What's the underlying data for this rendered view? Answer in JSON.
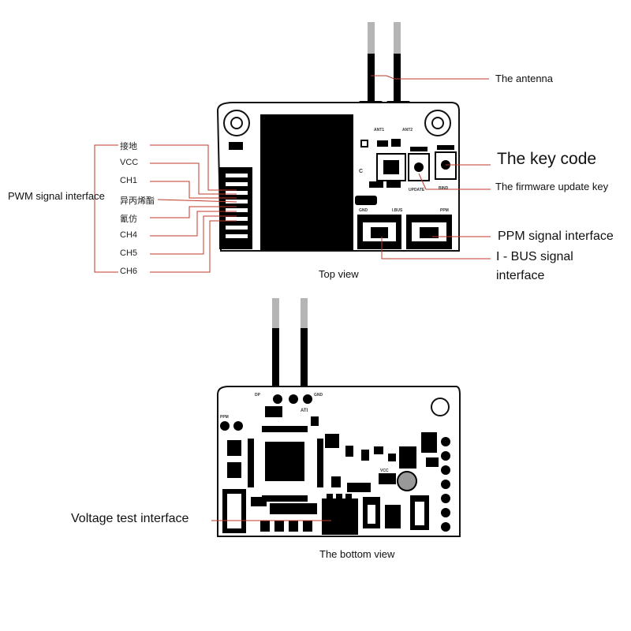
{
  "top": {
    "pwm_interface": "PWM signal interface",
    "pins": [
      "接地",
      "VCC",
      "CH1",
      "异丙烯酯",
      "氰仿",
      "CH4",
      "CH5",
      "CH6"
    ],
    "antenna": "The antenna",
    "key_code": "The key code",
    "firmware_update_key": "The firmware update key",
    "ppm_interface": "PPM signal interface",
    "ibus_line1": "I - BUS signal",
    "ibus_line2": "interface",
    "view_label": "Top view",
    "silk": {
      "ant1": "ANT1",
      "ant2": "ANT2",
      "update": "UPDATE",
      "bind": "BIND",
      "gnd": "GND",
      "ibus": "I.BUS",
      "ppm": "PPM",
      "c": "C"
    }
  },
  "bottom": {
    "voltage_test": "Voltage test interface",
    "view_label": "The bottom view",
    "silk": {
      "dp": "DP",
      "gnd": "GND",
      "ati": "ATI",
      "ppm": "PPM",
      "vcc": "VCC"
    }
  },
  "colors": {
    "board": "#000000",
    "pad": "#ffffff",
    "leader": "#c0392b",
    "antenna_tip": "#b5b5b5"
  }
}
